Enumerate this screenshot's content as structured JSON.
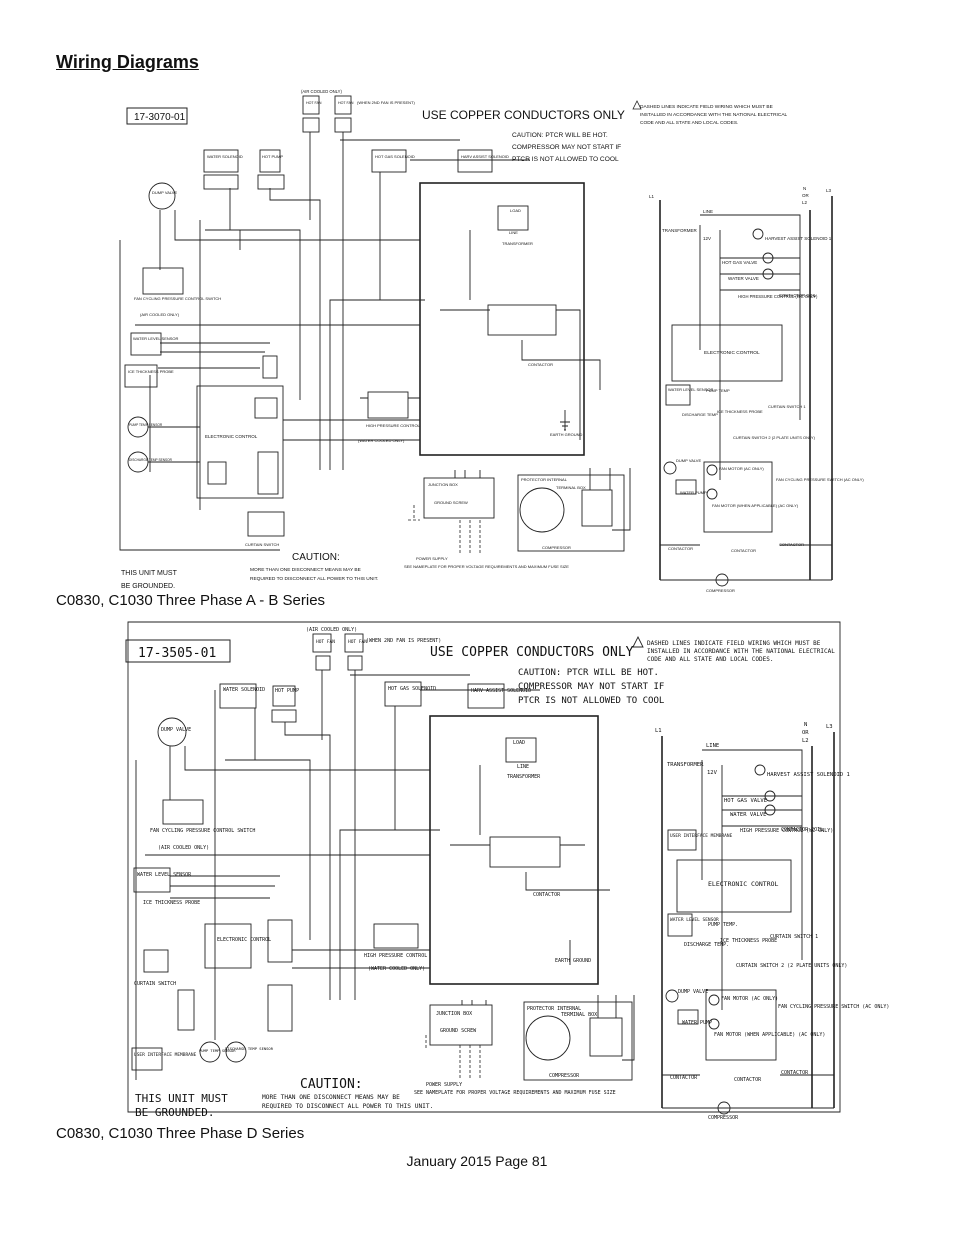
{
  "page": {
    "title": "Wiring Diagrams",
    "footer": "January 2015 Page 81"
  },
  "diagram_a": {
    "caption": "C0830, C1030 Three Phase A - B Series",
    "part_number": "17-3070-01",
    "copper_notice": "USE COPPER CONDUCTORS ONLY",
    "ptcr_caution": [
      "CAUTION: PTCR WILL BE HOT.",
      "COMPRESSOR MAY NOT START IF",
      "PTCR IS NOT ALLOWED TO COOL"
    ],
    "field_wiring_note": [
      "DASHED LINES INDICATE FIELD WIRING WHICH MUST BE",
      "INSTALLED IN ACCORDANCE WITH THE NATIONAL ELECTRICAL",
      "CODE AND ALL STATE AND LOCAL CODES."
    ],
    "ground_note": [
      "THIS UNIT MUST",
      "BE GROUNDED."
    ],
    "caution_title": "CAUTION:",
    "caution_text": [
      "MORE THAN ONE DISCONNECT MEANS MAY BE",
      "REQUIRED TO DISCONNECT ALL POWER TO THIS UNIT."
    ],
    "labels": {
      "air_cooled_only": "(AIR COOLED ONLY)",
      "hot_fan": "HOT FAN",
      "when_2nd_fan": "(WHEN 2ND FAN IS PRESENT)",
      "water_solenoid": "WATER SOLENOID",
      "hot_pump": "HOT PUMP",
      "hot_gas_solenoid": "HOT GAS SOLENOID",
      "harv_assist_solenoid": "HARV ASSIST SOLENOID",
      "dump_valve": "DUMP VALVE",
      "fan_cycling": "FAN CYCLING PRESSURE CONTROL SWITCH",
      "fan_cycling_note": "(AIR COOLED ONLY)",
      "water_level_sensor": "WATER LEVEL SENSOR",
      "ice_thickness_probe": "ICE THICKNESS PROBE",
      "pump_temp_sensor": "PUMP TEMP SENSOR",
      "discharge_temp_sensor": "DISCHARGE TEMP SENSOR",
      "electronic_control": "ELECTRONIC CONTROL",
      "curtain_switch": "CURTAIN SWITCH",
      "load": "LOAD",
      "line": "LINE",
      "transformer": "TRANSFORMER",
      "contactor": "CONTACTOR",
      "earth_ground": "EARTH GROUND",
      "high_pressure_control": "HIGH PRESSURE CONTROL",
      "water_cooled_only": "(WATER COOLED ONLY)",
      "junction_box": "JUNCTION BOX",
      "ground_screw": "GROUND SCREW",
      "protector_internal": "PROTECTOR INTERNAL",
      "terminal_box": "TERMINAL BOX",
      "compressor": "COMPRESSOR",
      "power_supply": "POWER SUPPLY",
      "nameplate_note": "SEE NAMEPLATE FOR PROPER VOLTAGE REQUIREMENTS AND MAXIMUM FUSE SIZE"
    },
    "ladder": {
      "l1": "L1",
      "n_or_l2": [
        "N",
        "OR",
        "L2"
      ],
      "l3": "L3",
      "line": "LINE",
      "transformer": "TRANSFORMER",
      "v12": "12V",
      "harvest_assist": "HARVEST ASSIST SOLENOID 1",
      "hot_gas_valve": "HOT GAS VALVE",
      "water_valve": "WATER VALVE",
      "high_pressure": "HIGH PRESSURE CONTROL (WC ONLY)",
      "contactor_coil": "CONTACTOR COIL",
      "electronic_control": "ELECTRONIC CONTROL",
      "water_level_sensor": "WATER LEVEL SENSOR",
      "pump_temp": "PUMP TEMP",
      "discharge_temp": "DISCHARGE TEMP",
      "ice_thickness_probe": "ICE THICKNESS PROBE",
      "curtain_switch_2": "CURTAIN SWITCH 2 (2 PLATE UNITS ONLY)",
      "curtain_switch_1": "CURTAIN SWITCH 1",
      "dump_valve": "DUMP VALVE",
      "water_pump": "WATER PUMP",
      "fan_motor": "FAN MOTOR (AC ONLY)",
      "fan_motor_2": "FAN MOTOR (WHEN APPLICABLE) (AC ONLY)",
      "fan_cycling": "FAN CYCLING PRESSURE SWITCH (AC ONLY)",
      "contactor": "CONTACTOR",
      "compressor": "COMPRESSOR"
    }
  },
  "diagram_d": {
    "caption": "C0830, C1030 Three Phase D Series",
    "part_number": "17-3505-01",
    "copper_notice": "USE COPPER CONDUCTORS ONLY",
    "ptcr_caution": [
      "CAUTION: PTCR WILL BE HOT.",
      "COMPRESSOR MAY NOT START IF",
      "PTCR IS NOT ALLOWED TO COOL"
    ],
    "field_wiring_note": [
      "DASHED LINES INDICATE FIELD WIRING WHICH MUST BE",
      "INSTALLED IN ACCORDANCE WITH THE NATIONAL ELECTRICAL",
      "CODE AND ALL STATE AND LOCAL CODES."
    ],
    "ground_note": [
      "THIS UNIT MUST",
      "BE GROUNDED."
    ],
    "caution_title": "CAUTION:",
    "caution_text": [
      "MORE THAN ONE DISCONNECT MEANS MAY BE",
      "REQUIRED TO DISCONNECT ALL POWER TO THIS UNIT."
    ],
    "labels": {
      "air_cooled_only": "(AIR COOLED ONLY)",
      "hot_fan": "HOT FAN",
      "when_2nd_fan": "(WHEN 2ND FAN IS PRESENT)",
      "water_solenoid": "WATER SOLENOID",
      "hot_pump": "HOT PUMP",
      "hot_gas_solenoid": "HOT GAS SOLENOID",
      "harv_assist_solenoid": "HARV ASSIST SOLENOID",
      "dump_valve": "DUMP VALVE",
      "fan_cycling": "FAN CYCLING PRESSURE CONTROL SWITCH",
      "fan_cycling_note": "(AIR COOLED ONLY)",
      "water_level_sensor": "WATER LEVEL SENSOR",
      "ice_thickness_probe": "ICE THICKNESS PROBE",
      "electronic_control": "ELECTRONIC CONTROL",
      "curtain_switch": "CURTAIN SWITCH",
      "user_interface": "USER INTERFACE MEMBRANE",
      "pump_temp_sensor": "PUMP TEMP SENSOR",
      "discharge_temp_sensor": "DISCHARGE TEMP SENSOR",
      "load": "LOAD",
      "line": "LINE",
      "transformer": "TRANSFORMER",
      "contactor": "CONTACTOR",
      "earth_ground": "EARTH GROUND",
      "high_pressure_control": "HIGH PRESSURE CONTROL",
      "water_cooled_only": "(WATER COOLED ONLY)",
      "junction_box": "JUNCTION BOX",
      "ground_screw": "GROUND SCREW",
      "protector_internal": "PROTECTOR INTERNAL",
      "terminal_box": "TERMINAL BOX",
      "compressor": "COMPRESSOR",
      "power_supply": "POWER SUPPLY",
      "nameplate_note": "SEE NAMEPLATE FOR PROPER VOLTAGE REQUIREMENTS AND MAXIMUM FUSE SIZE"
    },
    "ladder": {
      "l1": "L1",
      "n_or_l2": [
        "N",
        "OR",
        "L2"
      ],
      "l3": "L3",
      "line": "LINE",
      "transformer": "TRANSFORMER",
      "v12": "12V",
      "harvest_assist": "HARVEST ASSIST SOLENOID 1",
      "hot_gas_valve": "HOT GAS VALVE",
      "water_valve": "WATER VALVE",
      "user_interface": "USER INTERFACE MEMBRANE",
      "high_pressure": "HIGH PRESSURE CONTROL (WC ONLY)",
      "contactor_coil": "CONTACTOR COIL",
      "electronic_control": "ELECTRONIC CONTROL",
      "water_level_sensor": "WATER LEVEL SENSOR",
      "pump_temp": "PUMP TEMP.",
      "discharge_temp": "DISCHARGE TEMP.",
      "ice_thickness_probe": "ICE THICKNESS PROBE",
      "curtain_switch_2": "CURTAIN SWITCH 2 (2 PLATE UNITS ONLY)",
      "curtain_switch_1": "CURTAIN SWITCH 1",
      "dump_valve": "DUMP VALVE",
      "water_pump": "WATER PUMP",
      "fan_motor": "FAN MOTOR (AC ONLY)",
      "fan_motor_2": "FAN MOTOR (WHEN APPLICABLE) (AC ONLY)",
      "fan_cycling": "FAN CYCLING PRESSURE SWITCH (AC ONLY)",
      "contactor": "CONTACTOR",
      "compressor": "COMPRESSOR"
    }
  }
}
